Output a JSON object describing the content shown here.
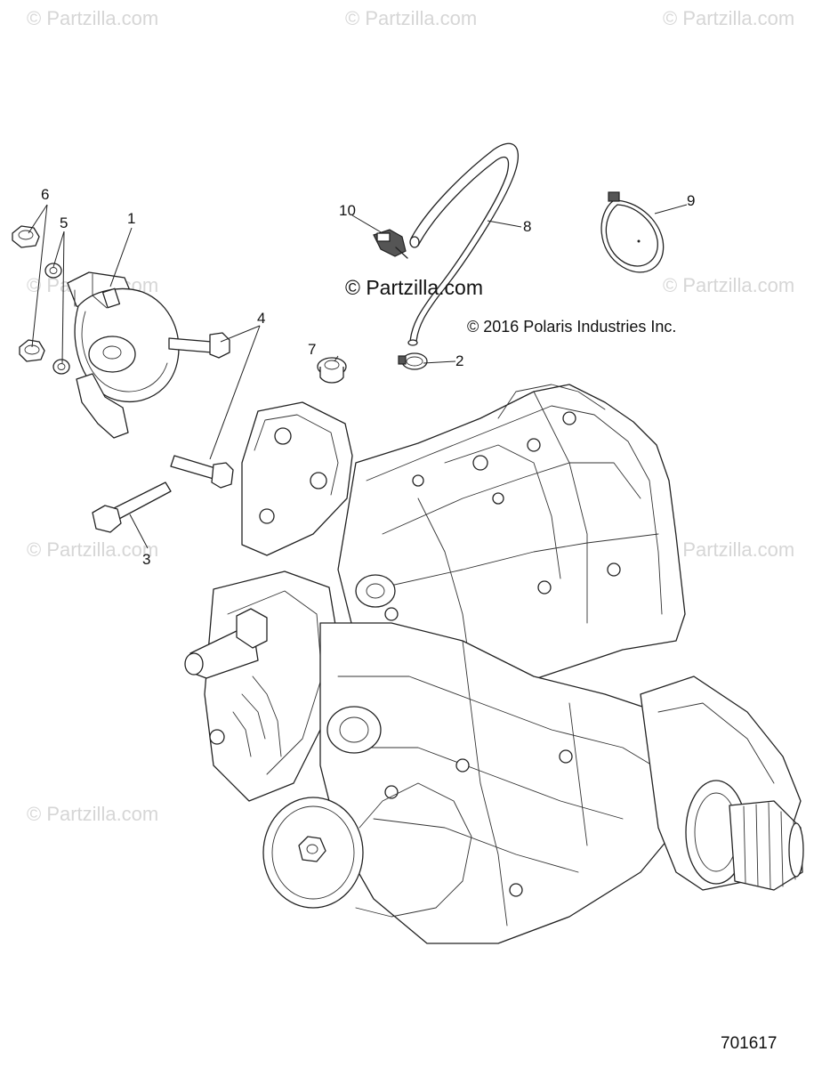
{
  "watermark": {
    "text": "© Partzilla.com"
  },
  "brand": {
    "site": "© Partzilla.com",
    "copyright": "© 2016 Polaris Industries Inc."
  },
  "callouts": [
    "1",
    "2",
    "3",
    "4",
    "5",
    "6",
    "7",
    "8",
    "9",
    "10"
  ],
  "figure_number": "701617",
  "colors": {
    "line": "#222222",
    "watermark": "#d6d6d6",
    "background": "#ffffff"
  }
}
